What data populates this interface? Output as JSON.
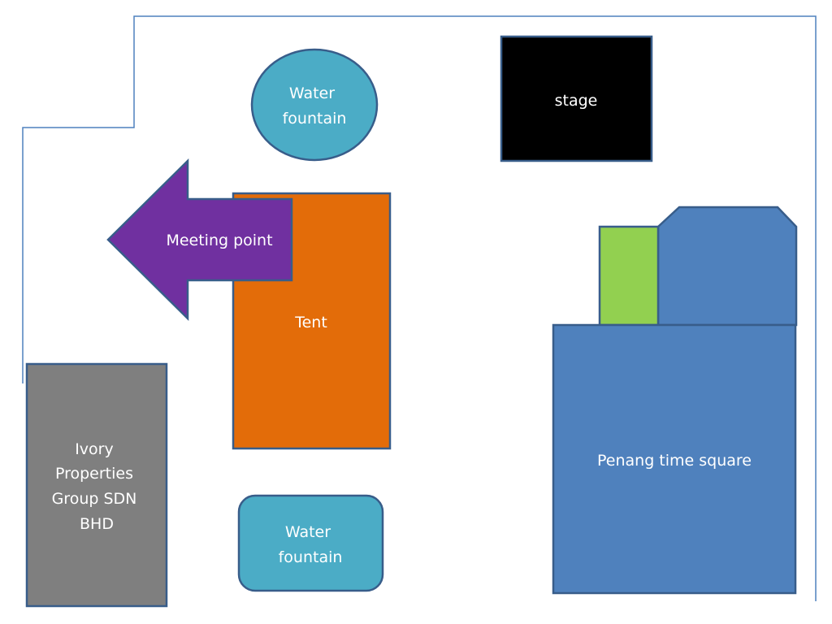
{
  "map": {
    "water_fountain_top": {
      "label_lines": [
        "Water",
        "fountain"
      ],
      "color": "#4BACC6"
    },
    "stage": {
      "label": "stage",
      "color": "#000000"
    },
    "tent": {
      "label": "Tent",
      "color": "#E36C09"
    },
    "meeting_point": {
      "label": "Meeting point",
      "color": "#7030A0"
    },
    "ivory_properties": {
      "label_lines": [
        "Ivory",
        "Properties",
        "Group SDN",
        "BHD"
      ],
      "color": "#7F7F7F"
    },
    "water_fountain_bottom": {
      "label_lines": [
        "Water",
        "fountain"
      ],
      "color": "#4BACC6"
    },
    "penang_time_square": {
      "label": "Penang time square",
      "color": "#4F81BD"
    },
    "green_annex": {
      "color": "#92D050"
    },
    "boundary": {
      "color": "#4F81BD"
    },
    "outline_color": "#385D8A"
  }
}
